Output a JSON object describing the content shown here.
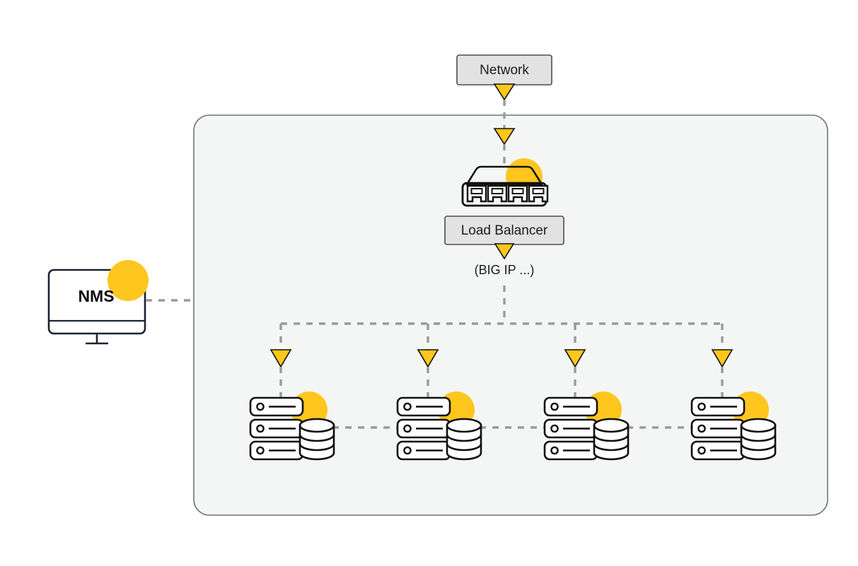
{
  "diagram": {
    "title_nodes": {
      "network": {
        "label": "Network",
        "type": "box-label"
      },
      "load_balancer": {
        "label": "Load Balancer",
        "type": "box-label"
      },
      "load_balancer_note": {
        "label": "(BIG IP ...)",
        "type": "plain-text"
      },
      "nms": {
        "label": "NMS",
        "type": "monitor-icon-label"
      }
    },
    "servers": [
      {
        "id": "server-1",
        "label": ""
      },
      {
        "id": "server-2",
        "label": ""
      },
      {
        "id": "server-3",
        "label": ""
      },
      {
        "id": "server-4",
        "label": ""
      }
    ],
    "icons": {
      "switch": "network-switch-icon",
      "server": "server-stack-icon",
      "database": "database-cylinder-icon",
      "monitor": "desktop-monitor-icon",
      "arrow": "triangle-down-arrow-icon",
      "highlight": "yellow-highlight-circle"
    },
    "colors": {
      "highlight_yellow": "#FFC61E",
      "container_fill": "#F4F6F5",
      "container_stroke": "#6E7579",
      "label_box_fill": "#E2E2E2",
      "label_box_stroke": "#4D4D4D",
      "connector_gray": "#9A9A9A",
      "icon_stroke": "#101010",
      "page_background": "#FFFFFF"
    },
    "connections": [
      {
        "from": "network",
        "to": "switch",
        "style": "dashed",
        "arrow": "down"
      },
      {
        "from": "switch",
        "to": "load-balancer-label",
        "style": "none",
        "arrow": "none"
      },
      {
        "from": "load-balancer",
        "to": "distribution-bus",
        "style": "dashed",
        "arrow": "none"
      },
      {
        "from": "distribution-bus",
        "to": "server-1",
        "style": "dashed",
        "arrow": "down"
      },
      {
        "from": "distribution-bus",
        "to": "server-2",
        "style": "dashed",
        "arrow": "down"
      },
      {
        "from": "distribution-bus",
        "to": "server-3",
        "style": "dashed",
        "arrow": "down"
      },
      {
        "from": "distribution-bus",
        "to": "server-4",
        "style": "dashed",
        "arrow": "down"
      },
      {
        "from": "nms",
        "to": "container",
        "style": "dashed",
        "arrow": "none"
      },
      {
        "from": "server-1",
        "to": "server-2",
        "style": "dashed",
        "arrow": "none"
      },
      {
        "from": "server-2",
        "to": "server-3",
        "style": "dashed",
        "arrow": "none"
      },
      {
        "from": "server-3",
        "to": "server-4",
        "style": "dashed",
        "arrow": "none"
      }
    ]
  }
}
